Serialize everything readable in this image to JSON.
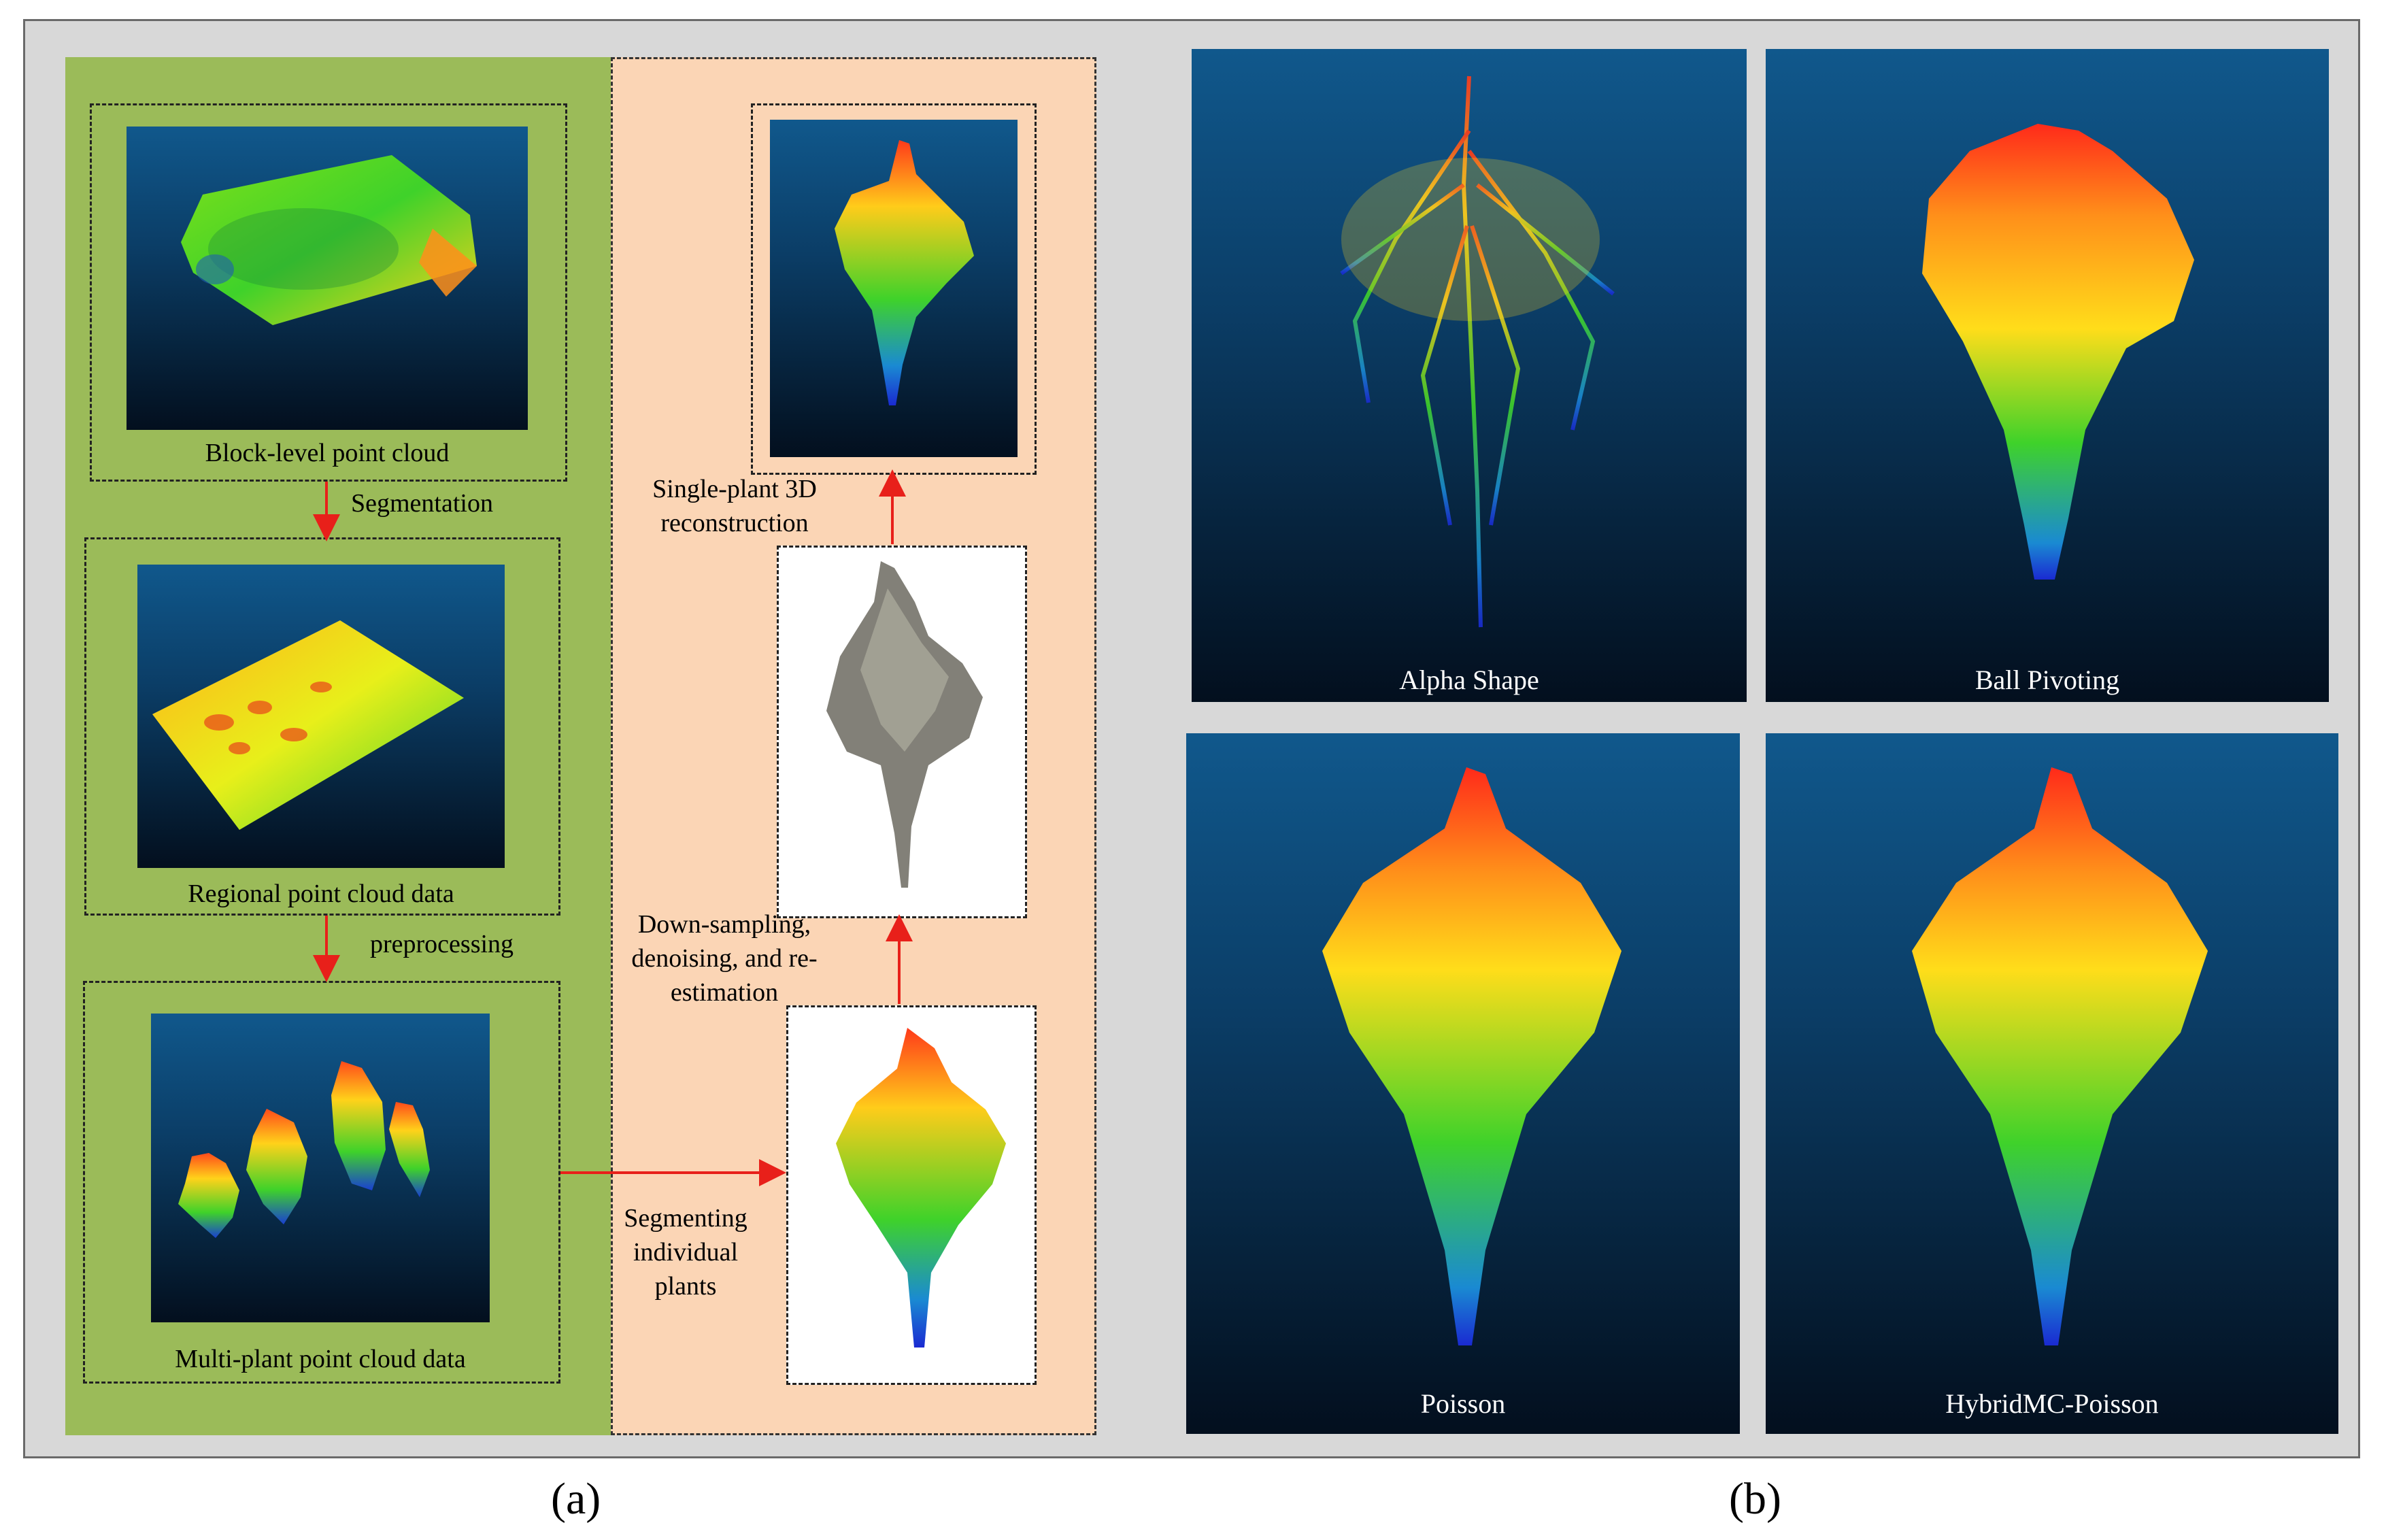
{
  "panel_a": {
    "stages": {
      "block": "Block-level point cloud",
      "regional": "Regional point cloud data",
      "multi": "Multi-plant point cloud data"
    },
    "steps": {
      "segmentation": "Segmentation",
      "preprocessing": "preprocessing",
      "segmenting": "Segmenting individual plants",
      "downsampling": "Down-sampling, denoising, and re-estimation",
      "reconstruction": "Single-plant 3D reconstruction"
    },
    "tag": "(a)"
  },
  "panel_b": {
    "methods": [
      "Alpha Shape",
      "Ball Pivoting",
      "Poisson",
      "HybridMC-Poisson"
    ],
    "tag": "(b)"
  },
  "colors": {
    "green_panel": "#9bbb59",
    "peach_panel": "#fbd5b5",
    "arrow": "#e8201a",
    "frame": "#d8d8d8"
  }
}
